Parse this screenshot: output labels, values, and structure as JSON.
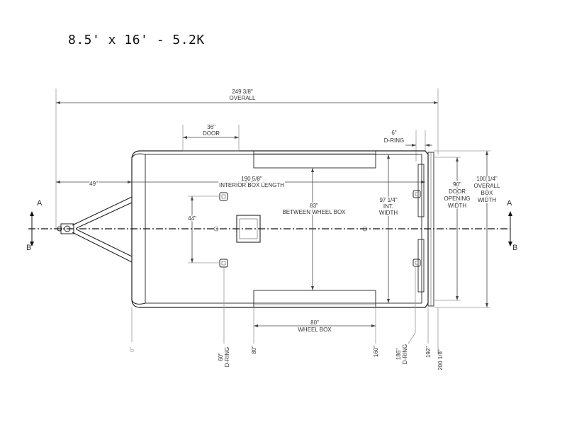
{
  "title": "8.5' x 16' - 5.2K",
  "section": {
    "a": "A",
    "b": "B"
  },
  "dims": {
    "overall_len_1": "249 3/8\"",
    "overall_len_2": "OVERALL",
    "door_1": "36\"",
    "door_2": "DOOR",
    "dring_top_1": "6\"",
    "dring_top_2": "D-RING",
    "tongue": "49\"",
    "interior_len_1": "190 5/8\"",
    "interior_len_2": "INTERIOR BOX LENGTH",
    "between_wb_1": "83\"",
    "between_wb_2": "BETWEEN WHEEL BOX",
    "int_width_1": "97 1/4\"",
    "int_width_2": "INT.",
    "int_width_3": "WIDTH",
    "door_open_1": "90\"",
    "door_open_2": "DOOR",
    "door_open_3": "OPENING",
    "door_open_4": "WIDTH",
    "overall_w_1": "100 1/4\"",
    "overall_w_2": "OVERALL",
    "overall_w_3": "BOX",
    "overall_w_4": "WIDTH",
    "ring_spacing": "44\"",
    "wheel_box_1": "80\"",
    "wheel_box_2": "WHEEL BOX"
  },
  "ordinates": {
    "zero": "0\"",
    "dring_60": "60\"",
    "dring_60_label": "D-RING",
    "at_80": "80\"",
    "at_160": "160\"",
    "dring_186": "186\"",
    "dring_186_label": "D-RING",
    "at_192": "192\"",
    "at_200": "200 1/8\""
  }
}
